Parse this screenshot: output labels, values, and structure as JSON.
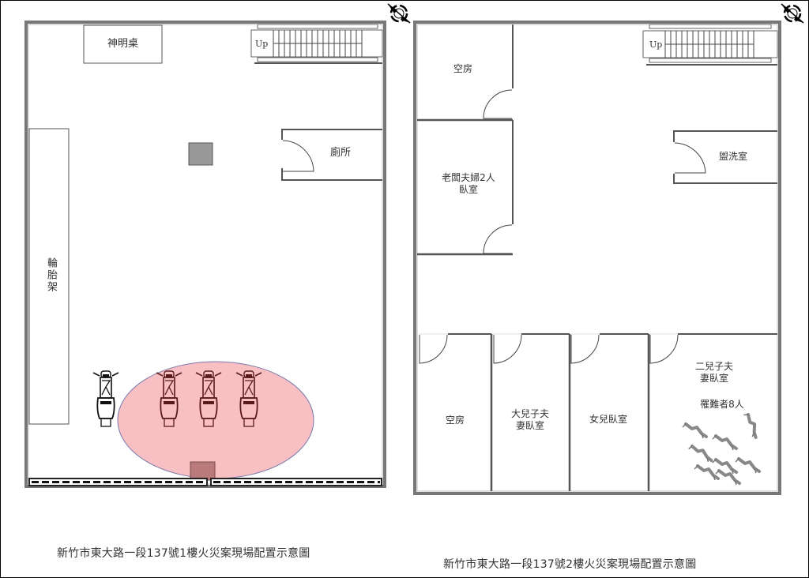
{
  "floor1": {
    "caption": "新竹市東大路一段137號1樓火災案現場配置示意圖",
    "rooms": {
      "altar_table": "神明桌",
      "toilet": "廁所",
      "tire_rack": "輪胎架"
    },
    "stairs_label": "Up",
    "fire_origin_color": "#f8b4b8",
    "motorcycles_count": 4
  },
  "floor2": {
    "caption": "新竹市東大路一段137號2樓火災案現場配置示意圖",
    "rooms": {
      "empty_room_top": "空房",
      "owner_couple_bedroom_line1": "老闆夫婦2人",
      "owner_couple_bedroom_line2": "臥室",
      "washroom": "盥洗室",
      "empty_room_bottom": "空房",
      "eldest_son_bedroom_line1": "大兒子夫",
      "eldest_son_bedroom_line2": "妻臥室",
      "daughter_bedroom": "女兒臥室",
      "second_son_bedroom_line1": "二兒子夫",
      "second_son_bedroom_line2": "妻臥室",
      "victims": "罹難者8人"
    },
    "stairs_label": "Up",
    "victims_count": 8
  },
  "compass_icons": 2
}
